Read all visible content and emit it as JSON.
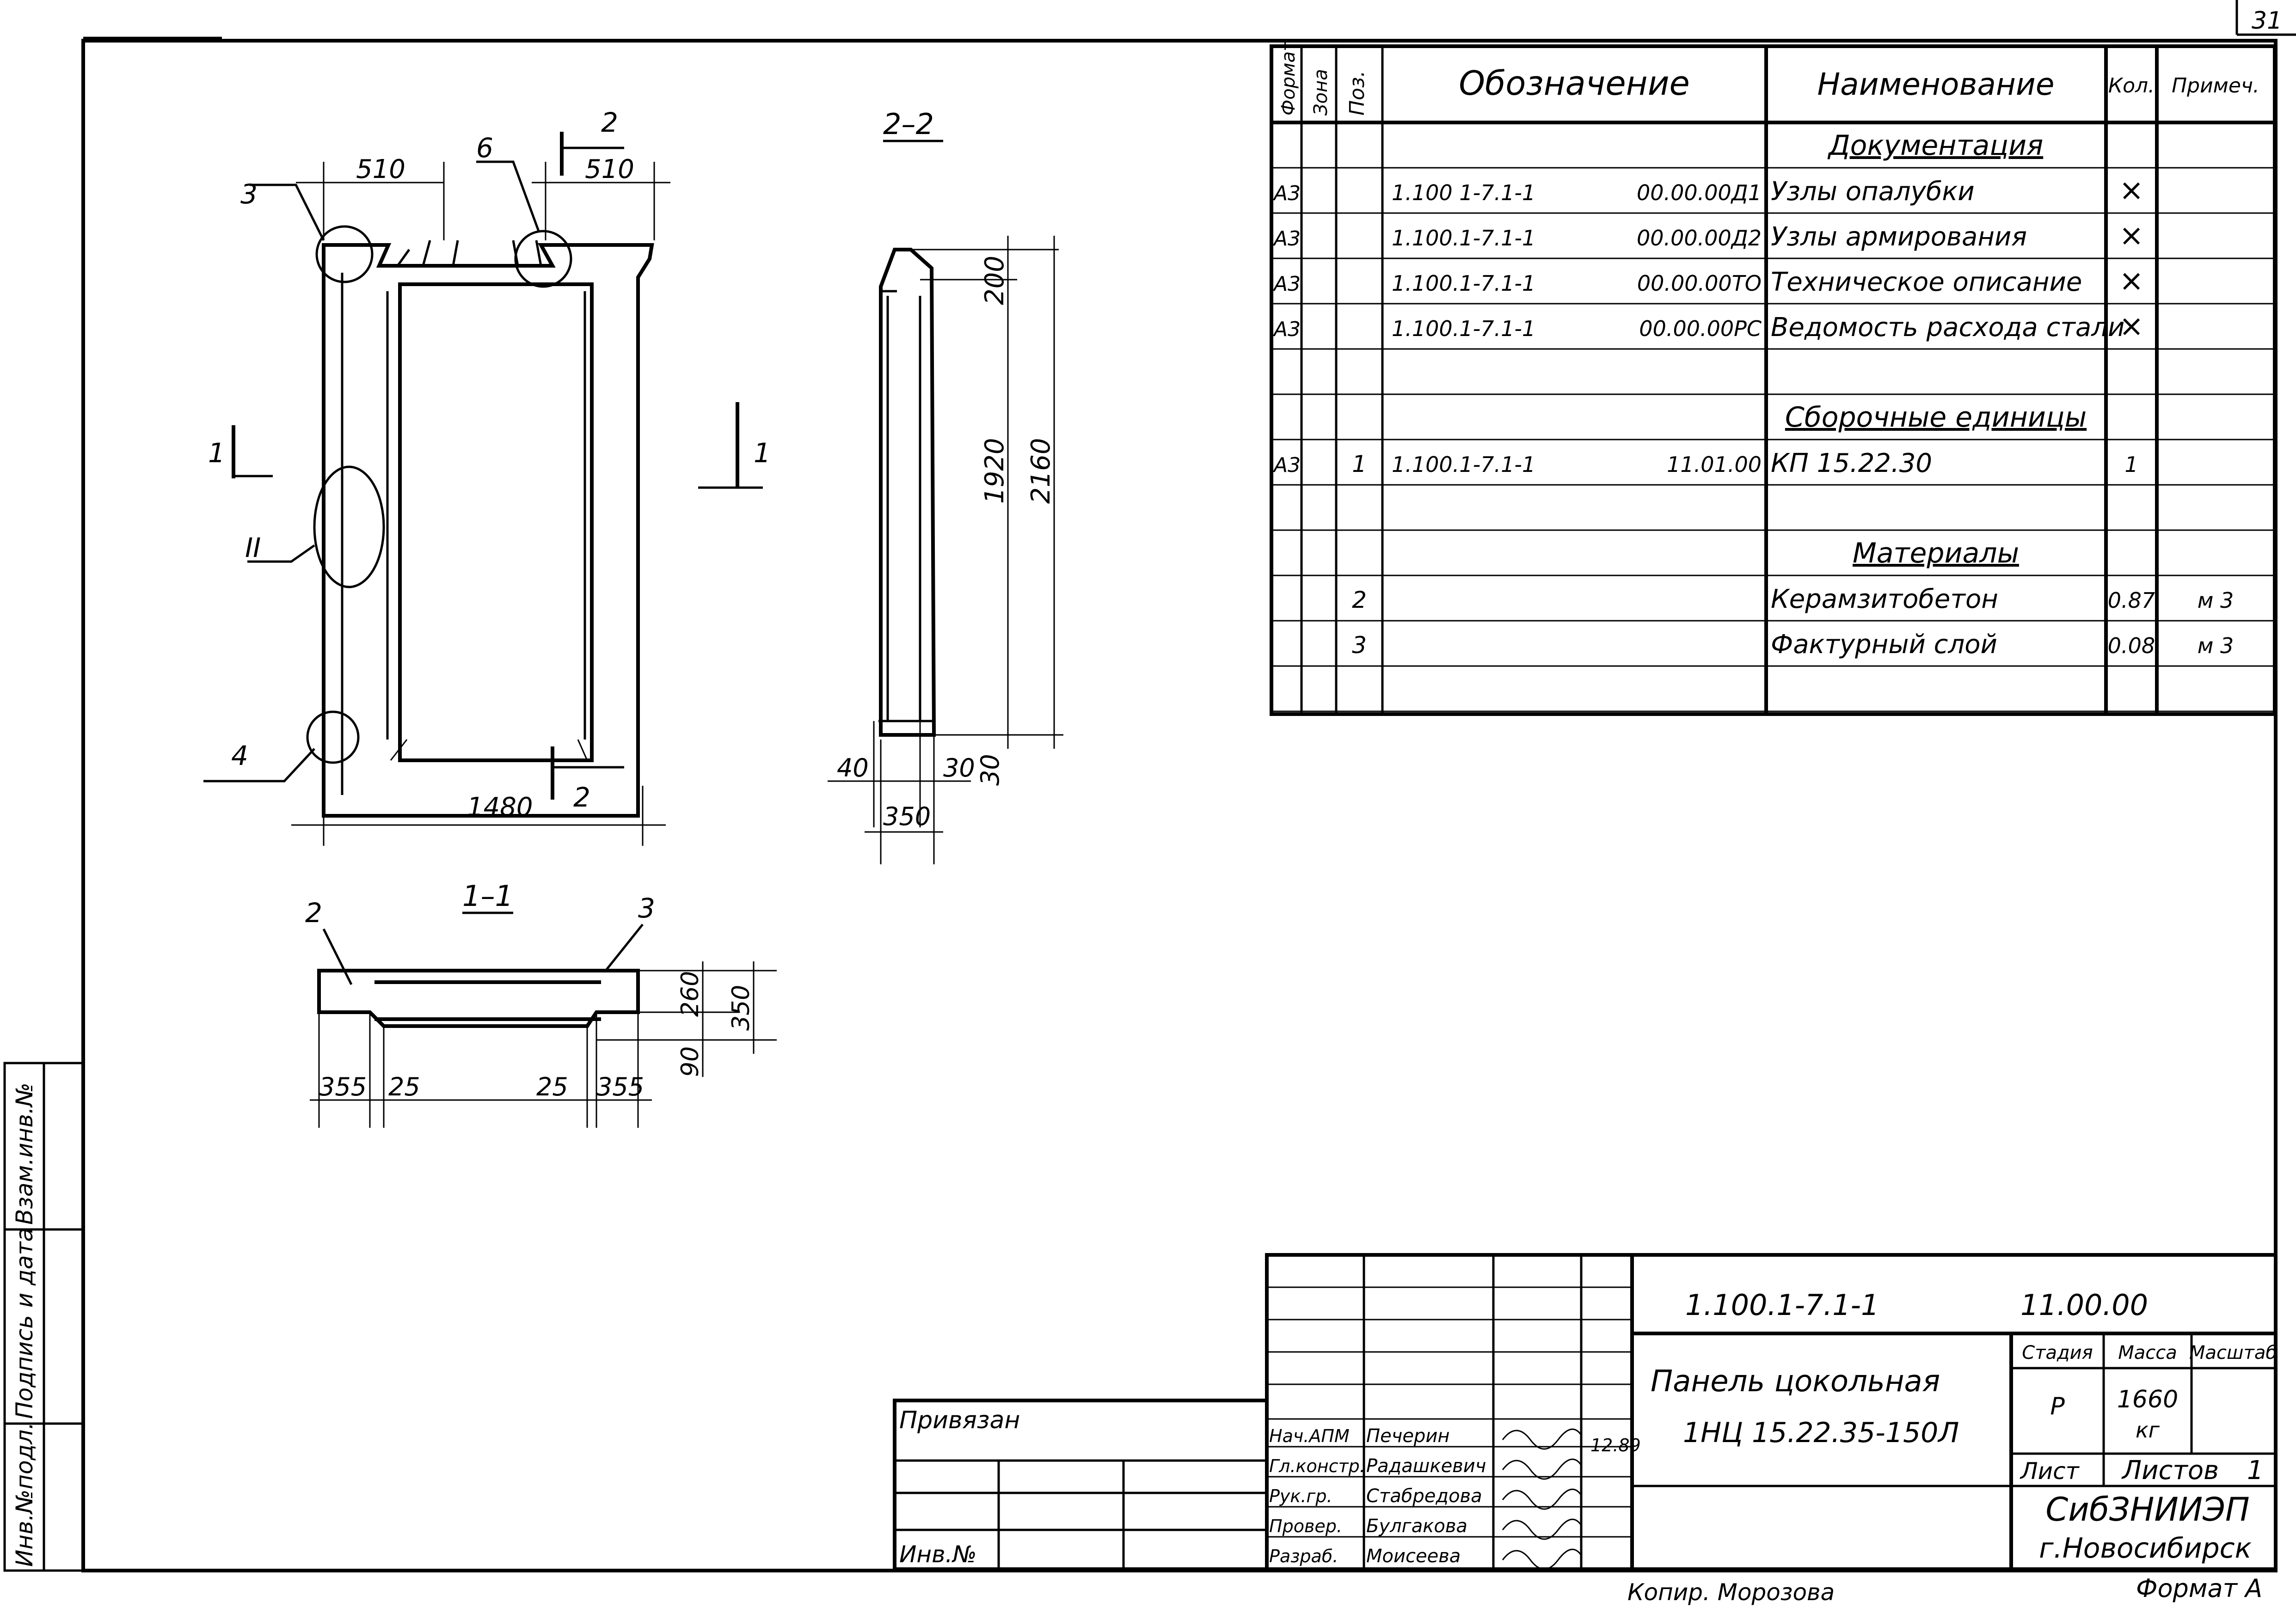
{
  "page_number": "31",
  "spec": {
    "headers": {
      "format": "Формат",
      "zone": "Зона",
      "pos": "Поз.",
      "designation": "Обозначение",
      "name": "Наименование",
      "qty": "Кол.",
      "note": "Примеч."
    },
    "rows": [
      {
        "format": "",
        "pos": "",
        "code": "",
        "doc": "",
        "name": "Документация",
        "qty": "",
        "note": "",
        "section": true
      },
      {
        "format": "А3",
        "pos": "",
        "code": "1.100 1-7.1-1",
        "doc": "00.00.00Д1",
        "name": "Узлы опалубки",
        "qty": "×",
        "note": ""
      },
      {
        "format": "А3",
        "pos": "",
        "code": "1.100.1-7.1-1",
        "doc": "00.00.00Д2",
        "name": "Узлы армирования",
        "qty": "×",
        "note": ""
      },
      {
        "format": "А3",
        "pos": "",
        "code": "1.100.1-7.1-1",
        "doc": "00.00.00ТО",
        "name": "Техническое описание",
        "qty": "×",
        "note": ""
      },
      {
        "format": "А3",
        "pos": "",
        "code": "1.100.1-7.1-1",
        "doc": "00.00.00РС",
        "name": "Ведомость расхода стали",
        "qty": "×",
        "note": ""
      },
      {
        "format": "",
        "pos": "",
        "code": "",
        "doc": "",
        "name": "",
        "qty": "",
        "note": ""
      },
      {
        "format": "",
        "pos": "",
        "code": "",
        "doc": "",
        "name": "Сборочные единицы",
        "qty": "",
        "note": "",
        "section": true
      },
      {
        "format": "А3",
        "pos": "1",
        "code": "1.100.1-7.1-1",
        "doc": "11.01.00",
        "name": "КП 15.22.30",
        "qty": "1",
        "note": ""
      },
      {
        "format": "",
        "pos": "",
        "code": "",
        "doc": "",
        "name": "",
        "qty": "",
        "note": ""
      },
      {
        "format": "",
        "pos": "",
        "code": "",
        "doc": "",
        "name": "Материалы",
        "qty": "",
        "note": "",
        "section": true
      },
      {
        "format": "",
        "pos": "2",
        "code": "",
        "doc": "",
        "name": "Керамзитобетон",
        "qty": "0.87",
        "note": "м 3"
      },
      {
        "format": "",
        "pos": "3",
        "code": "",
        "doc": "",
        "name": "Фактурный слой",
        "qty": "0.08",
        "note": "м 3"
      },
      {
        "format": "",
        "pos": "",
        "code": "",
        "doc": "",
        "name": "",
        "qty": "",
        "note": ""
      }
    ]
  },
  "drawing": {
    "section_2_2_label": "2–2",
    "section_1_1_label": "1–1",
    "front_dims": {
      "top_left": "510",
      "top_right": "510",
      "bottom": "1480"
    },
    "front_callouts": {
      "c3": "3",
      "c6": "6",
      "c2top": "2",
      "c1left": "1",
      "c1right": "1",
      "cII": "II",
      "c4": "4",
      "c2bot": "2"
    },
    "side_dims": {
      "d200": "200",
      "d1920": "1920",
      "d2160": "2160",
      "d40": "40",
      "d30a": "30",
      "d30b": "30",
      "d350": "350"
    },
    "section_dims": {
      "d260": "260",
      "d350": "350",
      "d90": "90",
      "b355a": "355",
      "b25a": "25",
      "b25b": "25",
      "b355b": "355",
      "lbl2": "2",
      "lbl3": "3"
    }
  },
  "title_block": {
    "code": "1.100.1-7.1-1",
    "doc_number": "11.00.00",
    "title_line1": "Панель цокольная",
    "title_line2": "1НЦ 15.22.35-150Л",
    "stage_label": "Стадия",
    "mass_label": "Масса",
    "scale_label": "Масштаб",
    "stage": "Р",
    "mass": "1660",
    "mass_unit": "кг",
    "sheet_label": "Лист",
    "sheets_label": "Листов",
    "sheets": "1",
    "org_line1": "СибЗНИИЭП",
    "org_line2": "г.Новосибирск",
    "privyazan": "Привязан",
    "inv_no": "Инв.№",
    "date": "12.89",
    "signatures": [
      {
        "role": "Нач.АПМ",
        "name": "Печерин"
      },
      {
        "role": "Гл.констр.",
        "name": "Радашкевич"
      },
      {
        "role": "Рук.гр.",
        "name": "Стабредова"
      },
      {
        "role": "Провер.",
        "name": "Булгакова"
      },
      {
        "role": "Разраб.",
        "name": "Моисеева"
      }
    ]
  },
  "side_stamp": {
    "f1": "Инв.№подл.",
    "f2": "Подпись и дата",
    "f3": "Взам.инв.№"
  },
  "footer": {
    "copy": "Копир. Морозова",
    "format": "Формат А"
  }
}
